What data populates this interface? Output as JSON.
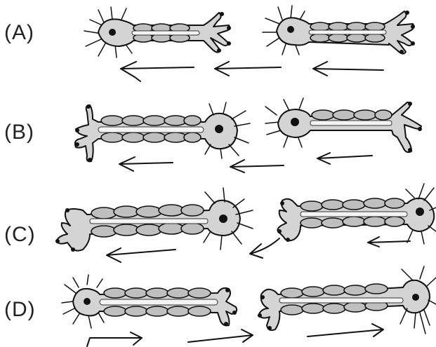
{
  "options": [
    {
      "key": "A",
      "label": "(A)"
    },
    {
      "key": "B",
      "label": "(B)"
    },
    {
      "key": "C",
      "label": "(C)"
    },
    {
      "key": "D",
      "label": "(D)"
    }
  ],
  "colors": {
    "ink": "#111111",
    "fill": "#d4d4d4",
    "background": "#ffffff"
  },
  "icons": [
    "neuron-icon",
    "arrow-left-icon",
    "arrow-right-icon"
  ]
}
